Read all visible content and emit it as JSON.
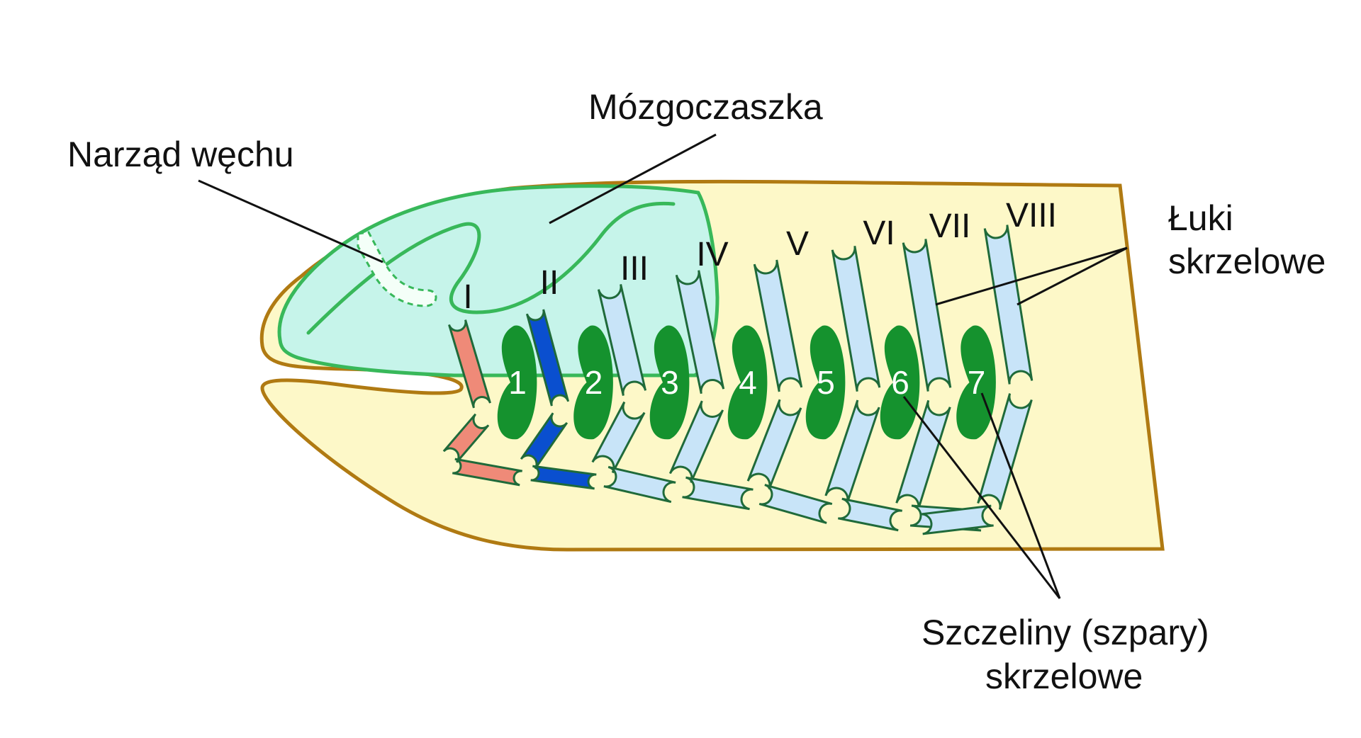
{
  "labels": {
    "olfactory": "Narząd węchu",
    "braincase": "Mózgoczaszka",
    "arches_line1": "Łuki",
    "arches_line2": "skrzelowe",
    "slits_line1": "Szczeliny (szpary)",
    "slits_line2": "skrzelowe"
  },
  "arches": [
    "I",
    "II",
    "III",
    "IV",
    "V",
    "VI",
    "VII",
    "VIII"
  ],
  "slits": [
    "1",
    "2",
    "3",
    "4",
    "5",
    "6",
    "7"
  ],
  "colors": {
    "body_fill": "#fdf8c8",
    "body_outline": "#b07a12",
    "braincase_fill": "#c6f4ea",
    "braincase_outline": "#38b85a",
    "arch_I": "#ef8a78",
    "arch_II": "#0a4fcf",
    "arch_other": "#c8e4f8",
    "arch_outline": "#1f6a3a",
    "slit_fill": "#15922e",
    "slit_text": "#ffffff",
    "leader_line": "#111111"
  }
}
